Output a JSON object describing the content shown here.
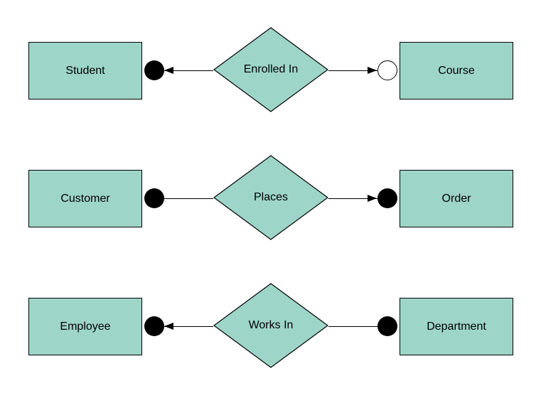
{
  "colors": {
    "shape_fill": "#9ed5c9",
    "shape_stroke": "#000000",
    "line": "#000000",
    "text": "#000000",
    "background": "#ffffff",
    "terminator_fill": "#000000",
    "open_terminator_fill": "#ffffff"
  },
  "rows": [
    {
      "left_entity": "Student",
      "relationship": "Enrolled In",
      "right_entity": "Course",
      "left_terminator": "filled-circle",
      "left_arrowhead": "points-toward-left-entity",
      "right_terminator": "open-circle",
      "right_arrowhead": "points-toward-right-entity"
    },
    {
      "left_entity": "Customer",
      "relationship": "Places",
      "right_entity": "Order",
      "left_terminator": "filled-circle",
      "left_arrowhead": "none",
      "right_terminator": "filled-circle",
      "right_arrowhead": "points-toward-right-entity"
    },
    {
      "left_entity": "Employee",
      "relationship": "Works In",
      "right_entity": "Department",
      "left_terminator": "filled-circle",
      "left_arrowhead": "points-toward-left-entity",
      "right_terminator": "filled-circle",
      "right_arrowhead": "none"
    }
  ]
}
